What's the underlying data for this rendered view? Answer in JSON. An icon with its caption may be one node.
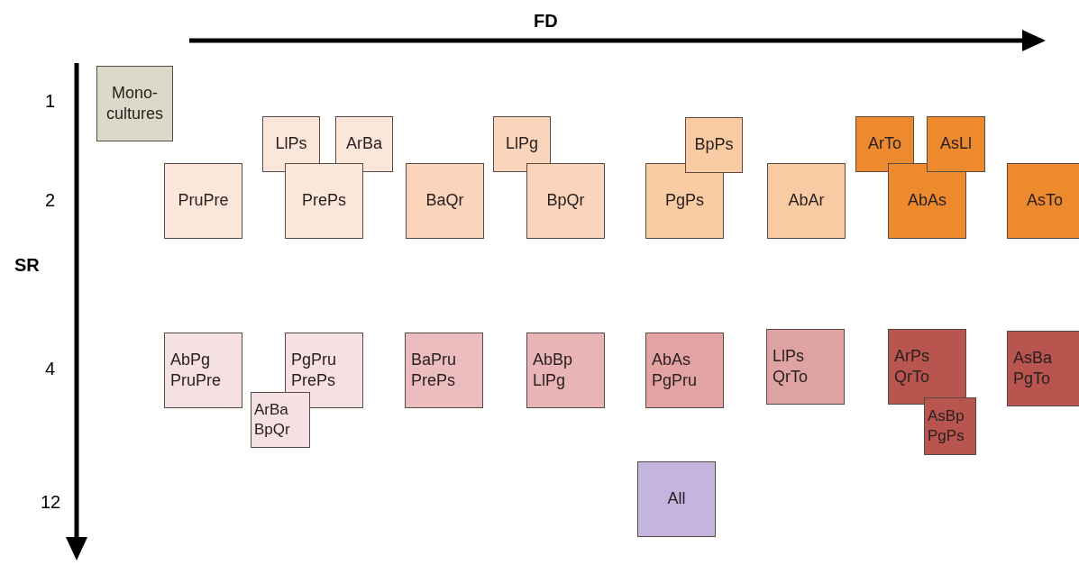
{
  "diagram": {
    "nodes": [
      {
        "text": [
          "Mono-cultures"
        ]
      },
      {
        "text": [
          "LlPs"
        ]
      },
      {
        "text": [
          "ArBa"
        ]
      },
      {
        "text": [
          "LlPg"
        ]
      },
      {
        "text": [
          "BpPs"
        ]
      },
      {
        "text": [
          "ArTo"
        ]
      },
      {
        "text": [
          "AsLl"
        ]
      },
      {
        "text": [
          "PruPre"
        ]
      },
      {
        "text": [
          "PrePs"
        ]
      },
      {
        "text": [
          "BaQr"
        ]
      },
      {
        "text": [
          "BpQr"
        ]
      },
      {
        "text": [
          "PgPs"
        ]
      },
      {
        "text": [
          "AbAr"
        ]
      },
      {
        "text": [
          "AbAs"
        ]
      },
      {
        "text": [
          "AsTo"
        ]
      },
      {
        "text": [
          "AbPg",
          "PruPre"
        ]
      },
      {
        "text": [
          "PgPru",
          "PrePs"
        ]
      },
      {
        "text": [
          "BaPru",
          "PrePs"
        ]
      },
      {
        "text": [
          "AbBp",
          "LlPg"
        ]
      },
      {
        "text": [
          "AbAs",
          "PgPru"
        ]
      },
      {
        "text": [
          "LlPs",
          "QrTo"
        ]
      },
      {
        "text": [
          "ArPs",
          "QrTo"
        ]
      },
      {
        "text": [
          "AsBa",
          "PgTo"
        ]
      },
      {
        "text": [
          "ArBa",
          "BpQr"
        ]
      },
      {
        "text": [
          "AsBp",
          "PgPs"
        ]
      },
      {
        "text": [
          "All"
        ]
      }
    ],
    "edges": [],
    "labels": [
      "FD",
      "1",
      "2",
      "SR",
      "4",
      "12"
    ]
  }
}
